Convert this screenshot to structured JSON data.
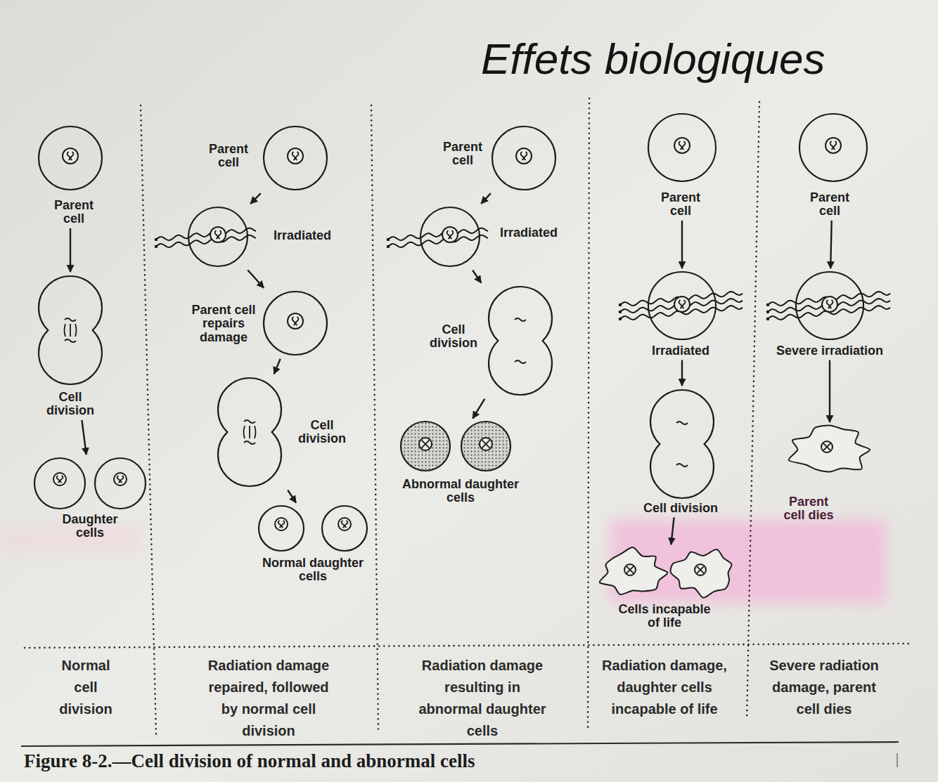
{
  "diagram": {
    "title": "Effets biologiques",
    "caption": "Figure 8-2.—Cell division of normal and abnormal cells",
    "nodes": [
      {
        "text": [
          "Parent cell"
        ]
      },
      {
        "text": [
          "Cell division"
        ]
      },
      {
        "text": [
          "Daughter cells"
        ]
      },
      {
        "text": [
          "Parent cell"
        ]
      },
      {
        "text": [
          "Irradiated"
        ]
      },
      {
        "text": [
          "Parent cell repairs damage"
        ]
      },
      {
        "text": [
          "Cell division"
        ]
      },
      {
        "text": [
          "Normal daughter cells"
        ]
      },
      {
        "text": [
          "Parent cell"
        ]
      },
      {
        "text": [
          "Irradiated"
        ]
      },
      {
        "text": [
          "Cell division"
        ]
      },
      {
        "text": [
          "Abnormal daughter cells"
        ]
      },
      {
        "text": [
          "Parent cell"
        ]
      },
      {
        "text": [
          "Irradiated"
        ]
      },
      {
        "text": [
          "Cell division"
        ]
      },
      {
        "text": [
          "Cells incapable of life"
        ]
      },
      {
        "text": [
          "Parent cell"
        ]
      },
      {
        "text": [
          "Severe irradiation"
        ]
      },
      {
        "text": [
          "Parent cell dies"
        ]
      }
    ],
    "edges": [
      {
        "from": 0,
        "to": 1,
        "arrow": "to"
      },
      {
        "from": 1,
        "to": 2,
        "arrow": "to"
      },
      {
        "from": 3,
        "to": 4,
        "arrow": "to"
      },
      {
        "from": 4,
        "to": 5,
        "arrow": "to"
      },
      {
        "from": 5,
        "to": 6,
        "arrow": "to"
      },
      {
        "from": 6,
        "to": 7,
        "arrow": "to"
      },
      {
        "from": 8,
        "to": 9,
        "arrow": "to"
      },
      {
        "from": 9,
        "to": 10,
        "arrow": "to"
      },
      {
        "from": 10,
        "to": 11,
        "arrow": "to"
      },
      {
        "from": 12,
        "to": 13,
        "arrow": "to"
      },
      {
        "from": 13,
        "to": 14,
        "arrow": "to"
      },
      {
        "from": 14,
        "to": 15,
        "arrow": "to"
      },
      {
        "from": 16,
        "to": 17,
        "arrow": "to"
      },
      {
        "from": 17,
        "to": 18,
        "arrow": "to"
      }
    ],
    "labels": [
      "Normal cell division",
      "Radiation damage repaired, followed by normal cell division",
      "Radiation damage resulting in abnormal daughter cells",
      "Radiation damage, daughter cells incapable of life",
      "Severe radiation damage, parent cell dies"
    ]
  }
}
